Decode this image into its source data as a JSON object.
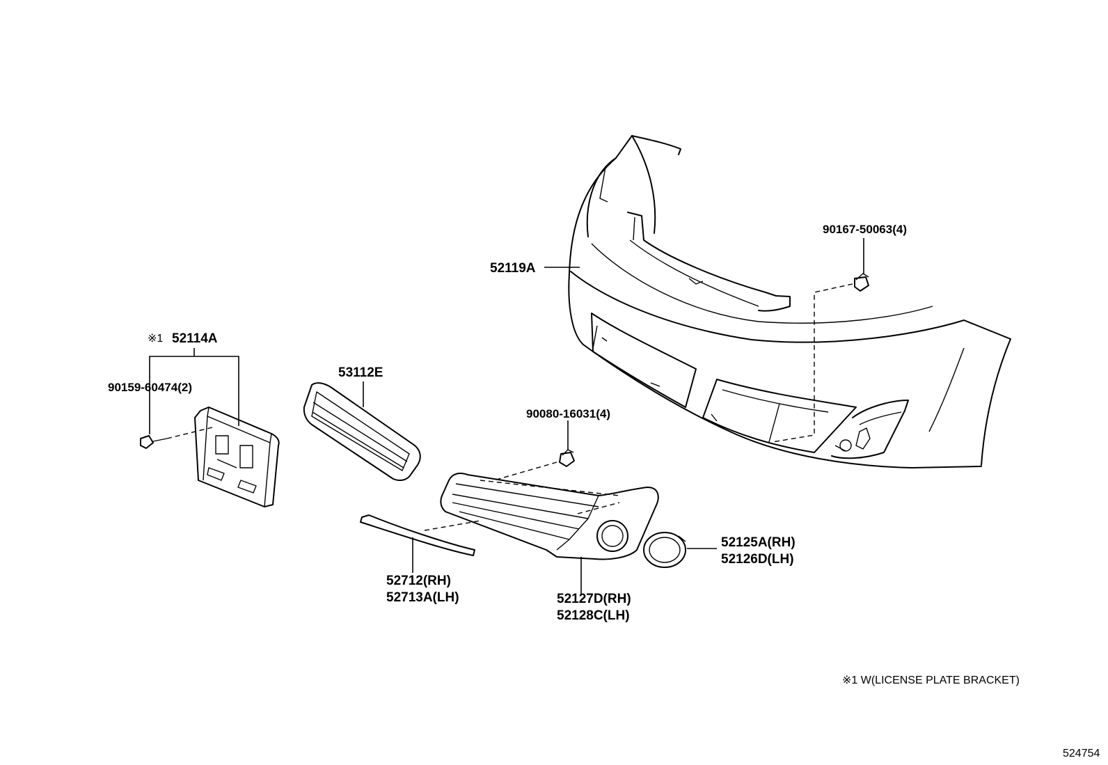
{
  "labels": {
    "bumper_cover": "52119A",
    "bumper_clip": "90167-50063(4)",
    "plate_bracket_note_mark": "※1",
    "plate_bracket": "52114A",
    "plate_screw": "90159-60474(2)",
    "upper_grille": "53112E",
    "grille_clip": "90080-16031(4)",
    "lower_grille_rh": "52127D(RH)",
    "lower_grille_lh": "52128C(LH)",
    "molding_rh": "52712(RH)",
    "molding_lh": "52713A(LH)",
    "fog_cover_rh": "52125A(RH)",
    "fog_cover_lh": "52126D(LH)"
  },
  "footnote": "※1 W(LICENSE PLATE BRACKET)",
  "diagram_id": "524754"
}
